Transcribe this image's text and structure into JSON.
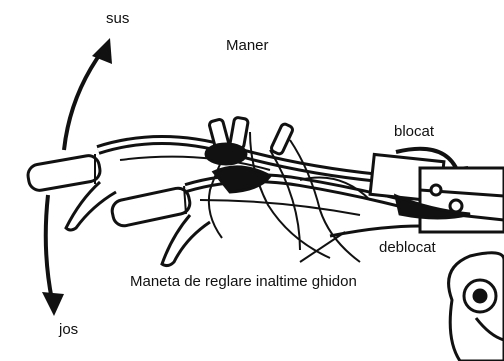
{
  "labels": {
    "up": "sus",
    "down": "jos",
    "handle": "Maner",
    "locked": "blocat",
    "unlocked": "deblocat",
    "height_lever": "Maneta de reglare inaltime ghidon"
  },
  "colors": {
    "ink": "#111111",
    "background": "#ffffff"
  }
}
